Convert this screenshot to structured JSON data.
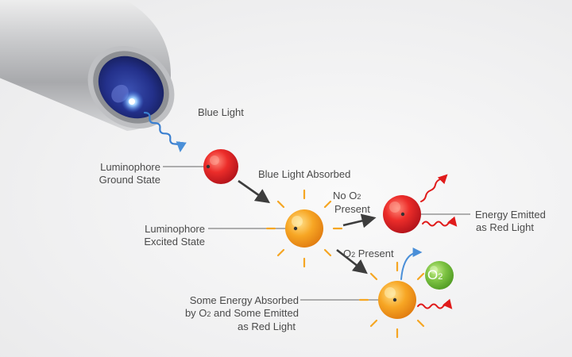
{
  "labels": {
    "blue_light": "Blue Light",
    "ground_state_line1": "Luminophore",
    "ground_state_line2": "Ground State",
    "blue_light_absorbed": "Blue Light Absorbed",
    "no_o2_prefix": "No O",
    "no_o2_sub": "2",
    "no_o2_line2": "Present",
    "energy_emitted_line1": "Energy Emitted",
    "energy_emitted_line2": "as Red Light",
    "excited_state_line1": "Luminophore",
    "excited_state_line2": "Excited State",
    "o2_present_prefix": "O",
    "o2_present_sub": "2",
    "o2_present_suffix": " Present",
    "quench_line1": "Some Energy Absorbed",
    "quench_line2_prefix": "by O",
    "quench_line2_sub": "2",
    "quench_line2_suffix": " and Some Emitted",
    "quench_line3": "as Red Light",
    "o2_molecule": "O",
    "o2_molecule_sub": "2"
  },
  "colors": {
    "ground_state": "#e8262a",
    "excited_state": "#f6a21e",
    "rays": "#f5a623",
    "blue_wave": "#3a7fd0",
    "red_wave": "#e01b1b",
    "o2_molecule": "#7cc242",
    "arrow": "#3d3d3d",
    "leader_line": "#666666"
  }
}
